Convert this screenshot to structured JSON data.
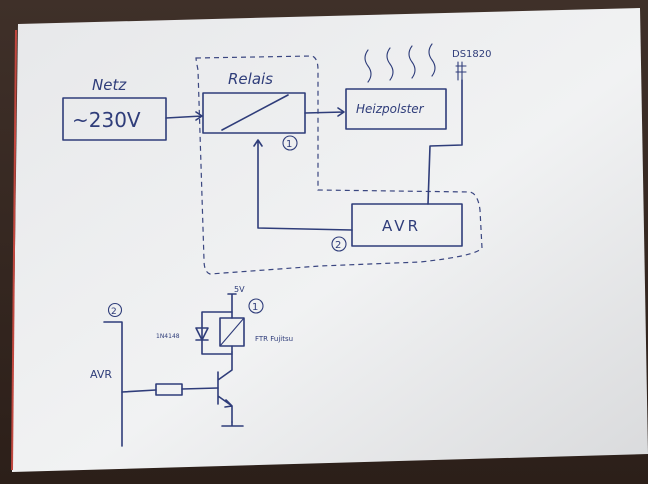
{
  "diagram": {
    "blocks": {
      "mains_caption": "Netz",
      "mains_value": "~230V",
      "relay": "Relais",
      "heater": "Heizpolster",
      "controller": "AVR",
      "sensor": "DS1820"
    },
    "markers": {
      "one_top": "1",
      "two_top": "2",
      "two_bottom": "2",
      "one_bottom": "1"
    },
    "circuit": {
      "supply": "5V",
      "diode": "1N4148",
      "relay_part": "FTR Fujitsu",
      "mcu": "AVR"
    }
  }
}
